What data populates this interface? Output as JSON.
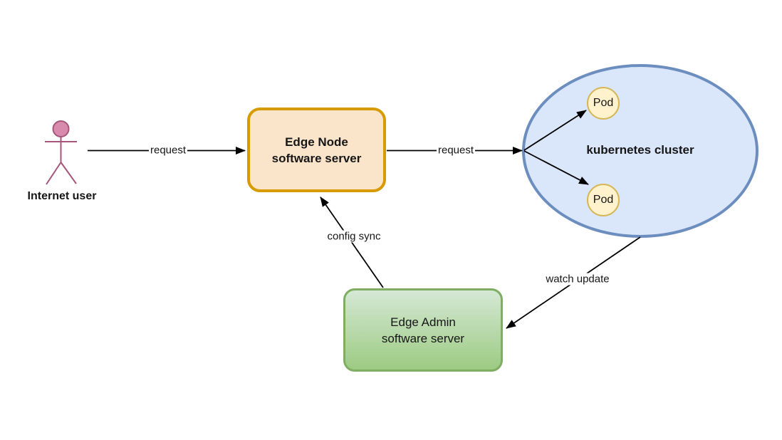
{
  "canvas": {
    "background": "#FFFFFF",
    "arrow_color": "#000000",
    "text_color": "#161616"
  },
  "actor": {
    "label": "Internet user",
    "head_fill": "#D98BAE",
    "stroke": "#A5567A"
  },
  "nodes": {
    "edge_node": {
      "line1": "Edge Node",
      "line2": "software server",
      "fill": "#FBE5CA",
      "stroke": "#D79B00"
    },
    "kubernetes_cluster": {
      "label": "kubernetes cluster",
      "fill": "#DAE7FB",
      "stroke": "#6C8EBF"
    },
    "pods": [
      {
        "label": "Pod"
      },
      {
        "label": "Pod"
      }
    ],
    "pod_style": {
      "fill": "#FFF2CC",
      "stroke": "#D6B656"
    },
    "edge_admin": {
      "line1": "Edge Admin",
      "line2": "software server",
      "fill_top": "#D5E8D4",
      "fill_bottom": "#9CCB83",
      "stroke": "#7FAE63"
    }
  },
  "edges": {
    "user_to_edge_node": {
      "label": "request"
    },
    "edge_node_to_cluster": {
      "label": "request"
    },
    "admin_to_edge_node": {
      "label": "config sync"
    },
    "cluster_to_admin": {
      "label": "watch update"
    }
  }
}
